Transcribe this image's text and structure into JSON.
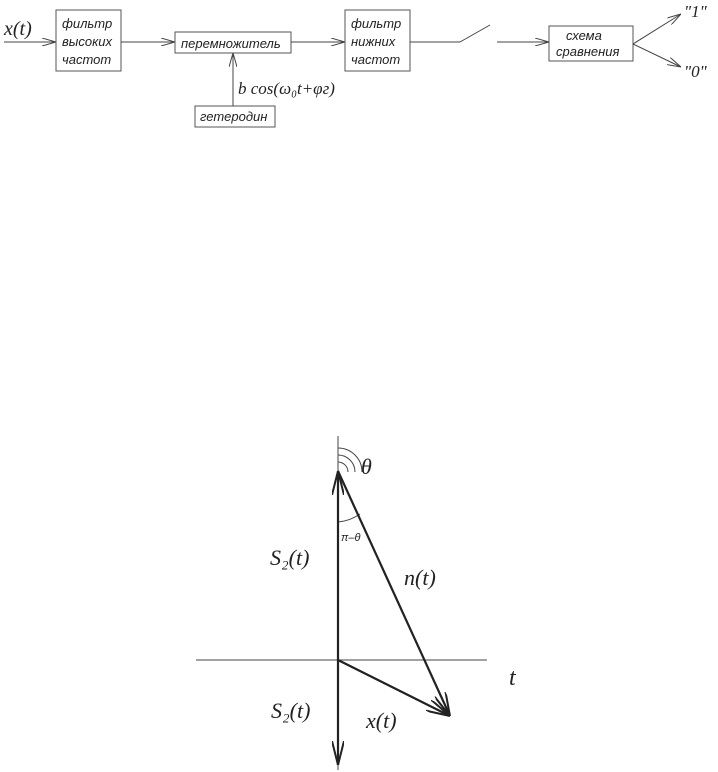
{
  "block_diagram": {
    "input_label": "x(t)",
    "hpf": {
      "line1": "фильтр",
      "line2": "высоких",
      "line3": "частот"
    },
    "multiplier": "перемножитель",
    "lpf": {
      "line1": "фильтр",
      "line2": "нижних",
      "line3": "частот"
    },
    "comparator": {
      "line1": "схема",
      "line2": "сравнения"
    },
    "output_one": "\"1\"",
    "output_zero": "\"0\"",
    "oscillator": "гетеродин",
    "reference_signal": "b cos(ω₀t+φг)"
  },
  "vector_diagram": {
    "theta_label": "θ",
    "pi_minus_theta_label": "π–θ",
    "s2_upper_label": "S₂(t)",
    "s2_lower_label": "S₂(t)",
    "noise_label": "n(t)",
    "sum_label": "x(t)",
    "time_axis_label": "t"
  }
}
